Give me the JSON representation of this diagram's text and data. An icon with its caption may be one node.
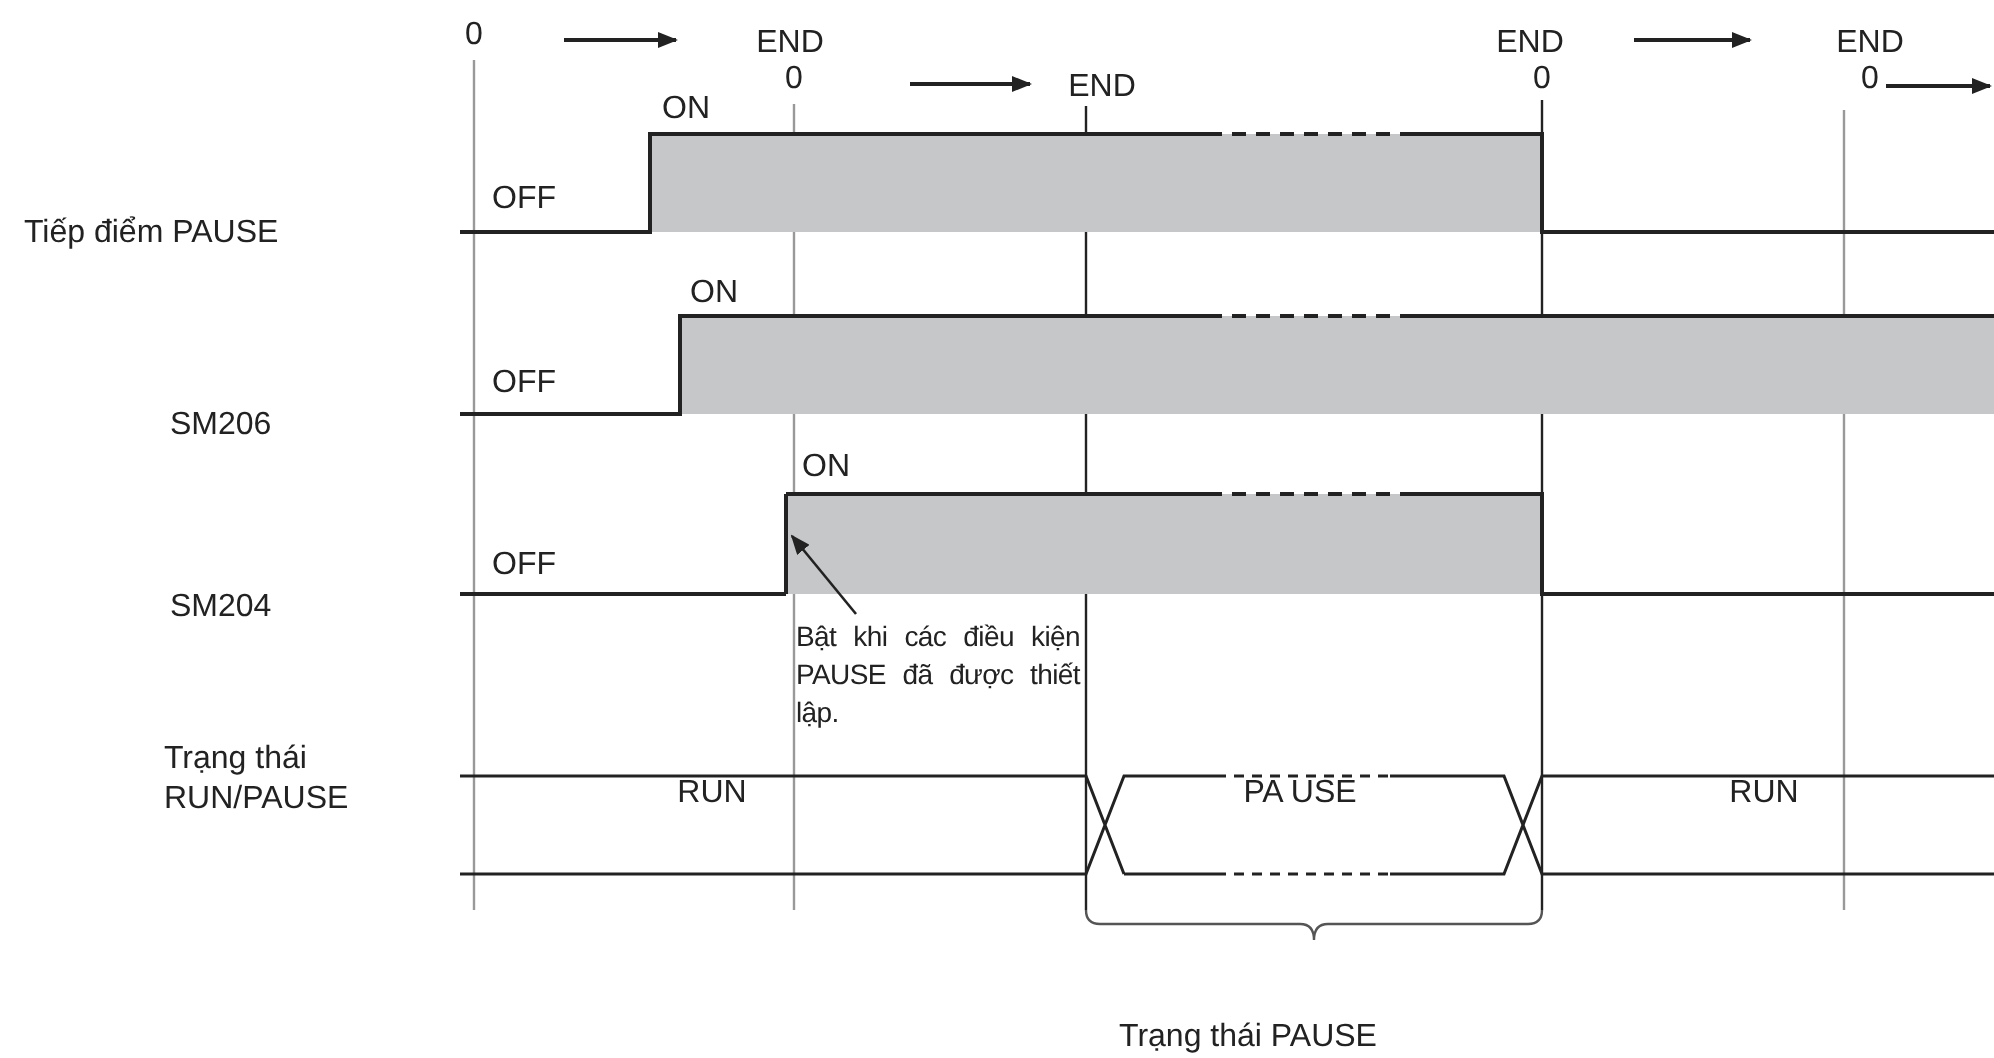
{
  "diagram": {
    "nodes": [
      {
        "text": [
          "Bật khi các điều kiện PAUSE đã được thiết lập."
        ]
      },
      {
        "text": [],
        "shape": "line"
      }
    ],
    "edges": [
      {
        "from": 0,
        "to": 1,
        "arrow": "to"
      }
    ],
    "labels": [
      "0",
      "END",
      "END",
      "END",
      "0",
      "END",
      "0",
      "0",
      "ON",
      "Tiếp điểm PAUSE",
      "OFF",
      "ON",
      "OFF",
      "SM206",
      "ON",
      "OFF",
      "SM204",
      "Trạng thái RUN/PAUSE",
      "RUN",
      "PA USE",
      "RUN",
      "Trạng thái PAUSE"
    ]
  }
}
